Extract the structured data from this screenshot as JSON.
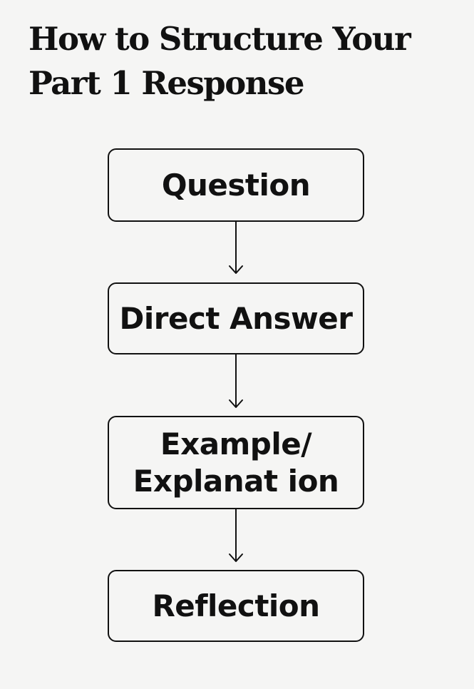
{
  "title": {
    "line1": "How to Structure Your",
    "line2": "Part 1 Response"
  },
  "steps": [
    {
      "lines": [
        "Question"
      ]
    },
    {
      "lines": [
        "Direct Answer"
      ]
    },
    {
      "lines": [
        "Example/",
        "Explanat ion"
      ]
    },
    {
      "lines": [
        "Reflection"
      ]
    }
  ]
}
